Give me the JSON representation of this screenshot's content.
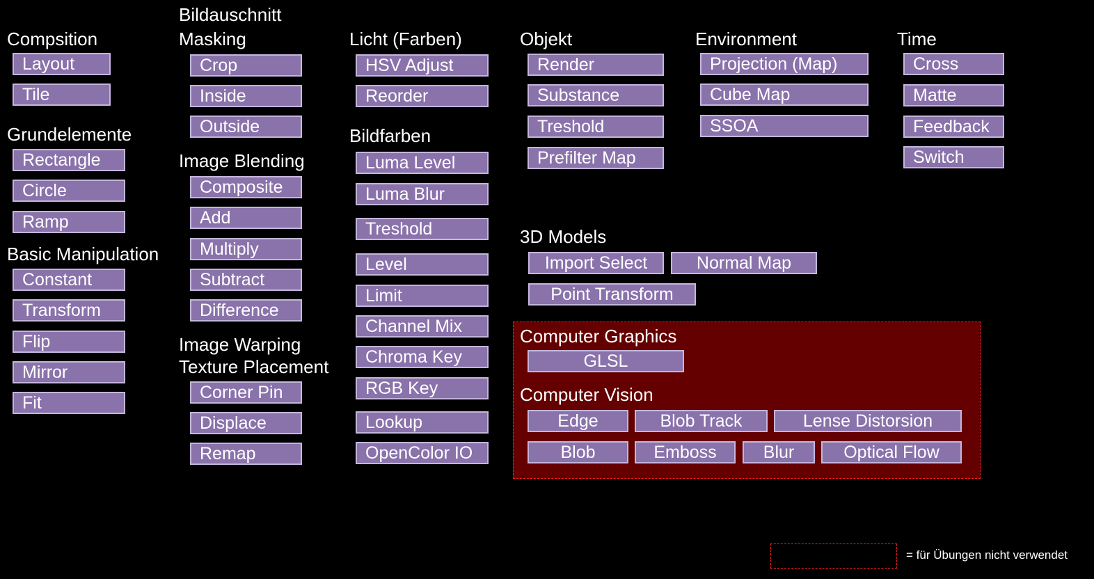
{
  "colors": {
    "background": "#000000",
    "box_fill": "#8a72ab",
    "box_border": "#c4b6dc",
    "highlight_fill": "#640000",
    "highlight_border": "#ff2020"
  },
  "composition": {
    "title": "Compsition",
    "items": [
      "Layout",
      "Tile"
    ]
  },
  "grundelemente": {
    "title": "Grundelemente",
    "items": [
      "Rectangle",
      "Circle",
      "Ramp"
    ]
  },
  "basic_manipulation": {
    "title": "Basic Manipulation",
    "items": [
      "Constant",
      "Transform",
      "Flip",
      "Mirror",
      "Fit"
    ]
  },
  "masking": {
    "title_line1": "Bildauschnitt",
    "title_line2": "Masking",
    "items": [
      "Crop",
      "Inside",
      "Outside"
    ]
  },
  "image_blending": {
    "title": "Image Blending",
    "items": [
      "Composite",
      "Add",
      "Multiply",
      "Subtract",
      "Difference"
    ]
  },
  "image_warping": {
    "title_line1": "Image Warping",
    "title_line2": "Texture Placement",
    "items": [
      "Corner Pin",
      "Displace",
      "Remap"
    ]
  },
  "licht": {
    "title": "Licht (Farben)",
    "items": [
      "HSV Adjust",
      "Reorder"
    ]
  },
  "bildfarben": {
    "title": "Bildfarben",
    "items": [
      "Luma Level",
      "Luma Blur",
      "Treshold",
      "Level",
      "Limit",
      "Channel Mix",
      "Chroma Key",
      "RGB Key",
      "Lookup",
      "OpenColor IO"
    ]
  },
  "objekt": {
    "title": "Objekt",
    "items": [
      "Render",
      "Substance",
      "Treshold",
      "Prefilter Map"
    ]
  },
  "environment": {
    "title": "Environment",
    "items": [
      "Projection (Map)",
      "Cube Map",
      "SSOA"
    ]
  },
  "time": {
    "title": "Time",
    "items": [
      "Cross",
      "Matte",
      "Feedback",
      "Switch"
    ]
  },
  "models_3d": {
    "title": "3D Models",
    "items": [
      "Import Select",
      "Normal Map",
      "Point Transform"
    ]
  },
  "computer_graphics": {
    "title": "Computer Graphics",
    "items": [
      "GLSL"
    ]
  },
  "computer_vision": {
    "title": "Computer Vision",
    "items": [
      "Edge",
      "Blob Track",
      "Lense Distorsion",
      "Blob",
      "Emboss",
      "Blur",
      "Optical Flow"
    ]
  },
  "legend": {
    "text": "= für Übungen nicht verwendet"
  }
}
